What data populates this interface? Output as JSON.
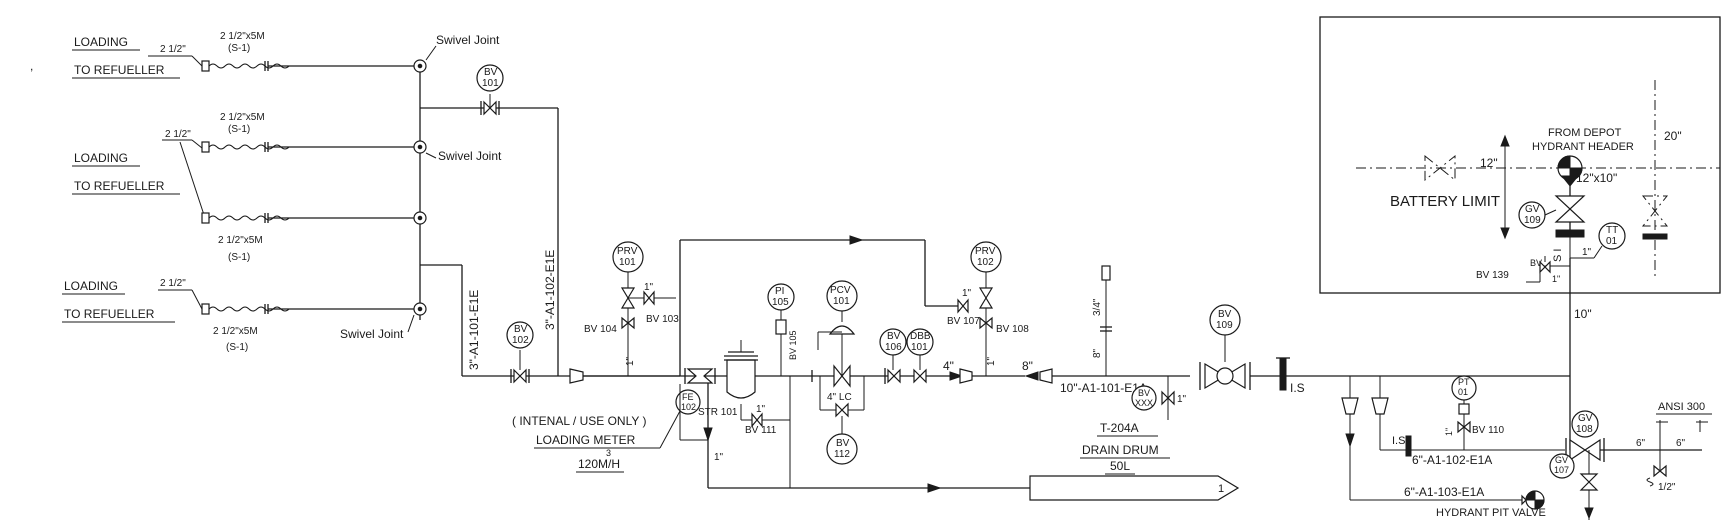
{
  "loading_labels": {
    "l1a": "LOADING",
    "l1b": "TO REFUELLER",
    "l2a": "LOADING",
    "l2b": "TO REFUELLER",
    "l3a": "LOADING",
    "l3b": "TO REFUELLER"
  },
  "hose": {
    "size1": "2 1/2\"",
    "spec1": "2 1/2\"x5M",
    "sub1": "(S-1)",
    "size2": "2 1/2\"",
    "spec2": "2 1/2\"x5M",
    "sub2": "(S-1)",
    "spec3": "2 1/2\"x5M",
    "sub3": "(S-1)",
    "size4": "2 1/2\"",
    "spec4": "2 1/2\"x5M",
    "sub4": "(S-1)"
  },
  "swivel": {
    "s1": "Swivel Joint",
    "s2": "Swivel Joint",
    "s3": "Swivel Joint"
  },
  "lines": {
    "l101": "3\"-A1-101-E1E",
    "l102": "3\"-A1-102-E1E",
    "l10in": "10\"-A1-101-E1A",
    "l6a": "6\"-A1-102-E1A",
    "l6b": "6\"-A1-103-E1A"
  },
  "instruments": {
    "bv101": [
      "BV",
      "101"
    ],
    "bv102": [
      "BV",
      "102"
    ],
    "prv101": [
      "PRV",
      "101"
    ],
    "prv102": [
      "PRV",
      "102"
    ],
    "pi105": [
      "PI",
      "105"
    ],
    "pcv101": [
      "PCV",
      "101"
    ],
    "bv106": [
      "BV",
      "106"
    ],
    "dbb101": [
      "DBB",
      "101"
    ],
    "bv109": [
      "BV",
      "109"
    ],
    "bv112": [
      "BV",
      "112"
    ],
    "fe102": [
      "FE",
      "102"
    ],
    "bvxxx": [
      "BV",
      "XXX"
    ],
    "gv109": [
      "GV",
      "109"
    ],
    "tt01": [
      "TT",
      "01"
    ],
    "pt01": [
      "PT",
      "01"
    ],
    "gv108": [
      "GV",
      "108"
    ],
    "gv107": [
      "GV",
      "107"
    ]
  },
  "valve_tags": {
    "bv104": "BV 104",
    "bv103": "BV 103",
    "bv105": "BV 105",
    "bv107": "BV 107",
    "bv108": "BV 108",
    "bv111": "BV 111",
    "bv110": "BV 110",
    "bv139": "BV 139",
    "bv_small": "BV",
    "str101": "STR 101",
    "lc": "4\" LC"
  },
  "sizes": {
    "one_a": "1\"",
    "one_b": "1\"",
    "one_c": "1\"",
    "one_d": "1\"",
    "one_e": "1\"",
    "one_f": "1\"",
    "one_g": "1\"",
    "one_h": "1\"",
    "one_i": "1\"",
    "one_j": "1\"",
    "one_k": "1\"",
    "four": "4\"",
    "eight": "8\"",
    "eight_v": "8\"",
    "three_q": "3/4\"",
    "twenty": "20\"",
    "twelve": "12\"",
    "twelve_ten": "12\"x10\"",
    "ten": "10\"",
    "six_a": "6\"",
    "six_b": "6\"",
    "half": "1/2\"",
    "is1": "I.S",
    "is2": "I.S",
    "si": "S I"
  },
  "notes": {
    "internal": "( INTENAL / USE ONLY )",
    "meter": "LOADING METER",
    "flow": "120M/H",
    "flow_exp": "3",
    "t204": "T-204A",
    "drain": "DRAIN  DRUM",
    "vol": "50L",
    "from_depot": "FROM DEPOT",
    "hydrant_header": "HYDRANT HEADER",
    "battery": "BATTERY LIMIT",
    "ansi": "ANSI 300",
    "pit_valve": "HYDRANT PIT VALVE",
    "page_no": "1"
  }
}
